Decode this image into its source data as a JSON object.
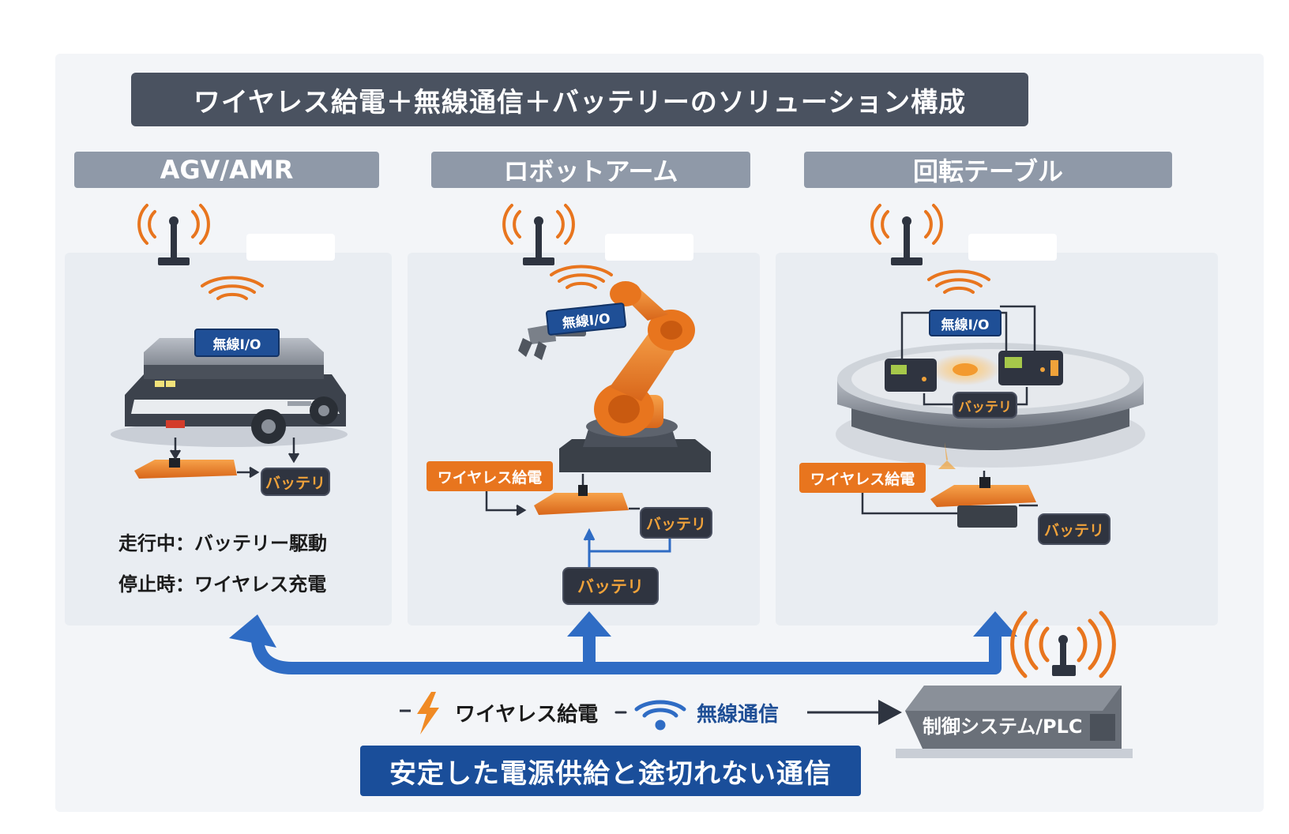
{
  "title": "ワイヤレス給電＋無線通信＋バッテリーのソリューション構成",
  "sections": [
    {
      "heading": "AGV/AMR",
      "module_label": "無線I/O",
      "battery_label": "バッテリ",
      "status_lines": [
        "走行中：バッテリー駆動",
        "停止時：ワイヤレス充電"
      ]
    },
    {
      "heading": "ロボットアーム",
      "module_label": "無線I/O",
      "power_tag": "ワイヤレス給電",
      "battery_label_1": "バッテリ",
      "battery_label_2": "バッテリ"
    },
    {
      "heading": "回転テーブル",
      "module_label": "無線I/O",
      "power_tag": "ワイヤレス給電",
      "battery_label_1": "バッテリ",
      "battery_label_2": "バッテリ"
    }
  ],
  "legend": {
    "power": "ワイヤレス給電",
    "wireless": "無線通信"
  },
  "controller": "制御システム/PLC",
  "footer": "安定した電源供給と途切れない通信",
  "colors": {
    "title_bg": "#4a5260",
    "section_header_bg": "#8f99a8",
    "accent_orange": "#e8751e",
    "accent_blue": "#1a4e9a",
    "arrow_blue": "#2f6cc4",
    "battery_dark": "#2f3440"
  },
  "icons": [
    "antenna-icon",
    "wifi-waves-icon",
    "lightning-icon",
    "wifi-icon",
    "arrow-right-icon"
  ]
}
